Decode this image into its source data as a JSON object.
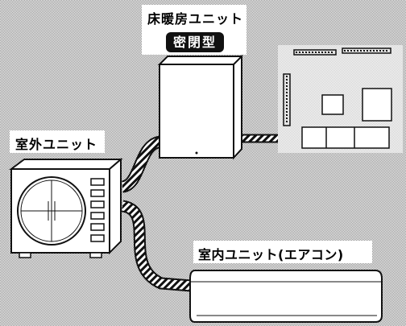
{
  "labels": {
    "floor_heating_unit": "床暖房ユニット",
    "closed_type": "密閉型",
    "outdoor_unit": "室外ユニット",
    "indoor_unit": "室内ユニット(エアコン)"
  },
  "colors": {
    "ink": "#111111",
    "dither": "#bcbcbc",
    "unit_body": "#ffffff"
  }
}
